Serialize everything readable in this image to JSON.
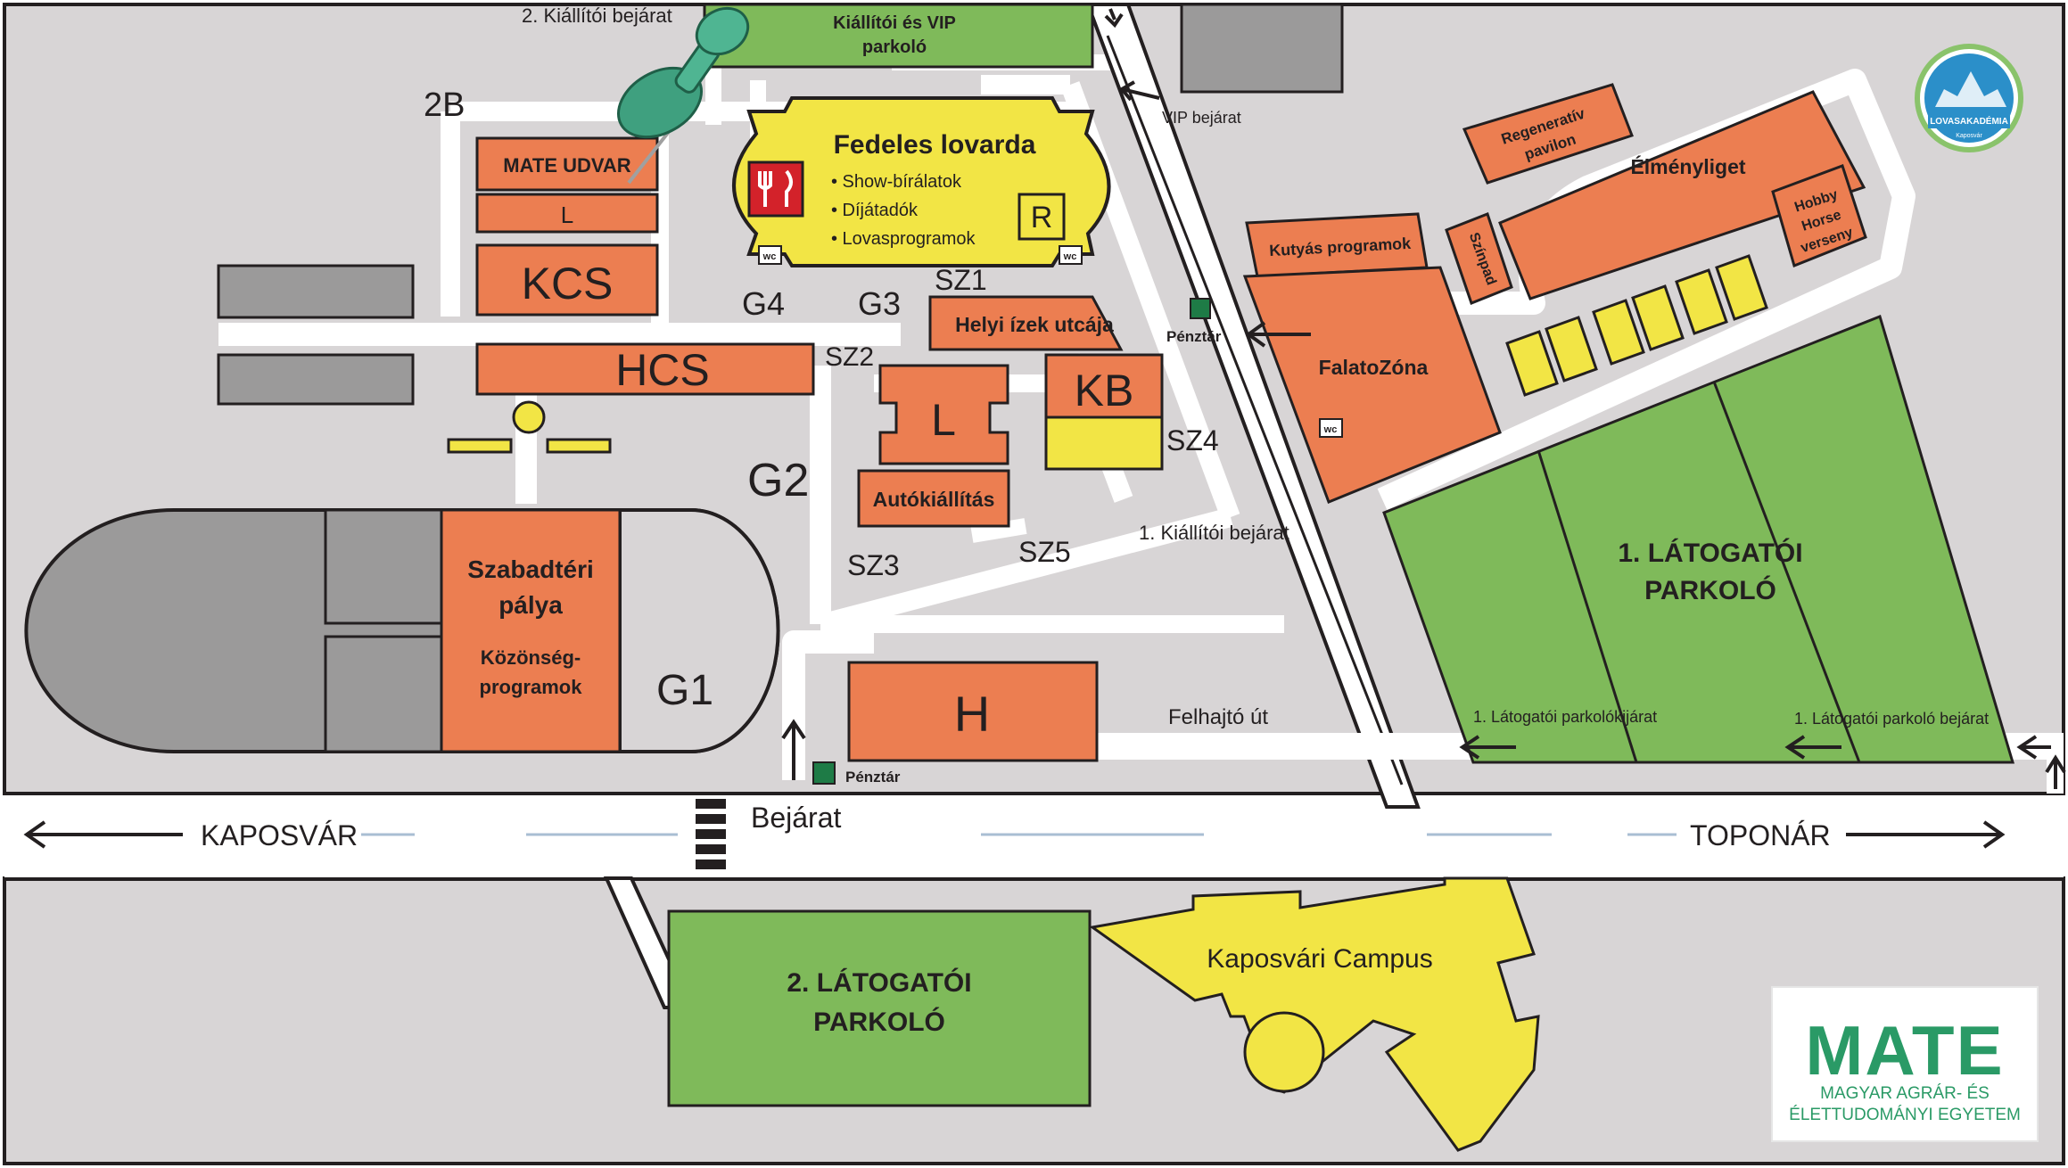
{
  "buildings": {
    "fedeles_lovarda": {
      "title": "Fedeles lovarda",
      "items": [
        "• Show-bírálatok",
        "• Díjátadók",
        "• Lovasprogramok"
      ],
      "r": "R"
    },
    "mate_udvar": "MATE UDVAR",
    "l_small": "L",
    "kcs": "KCS",
    "hcs": "HCS",
    "l_big": "L",
    "kb": "KB",
    "autokiallitas": "Autókiállítás",
    "helyi_izek": "Helyi ízek utcája",
    "h": "H",
    "szabadteri_title": "Szabadtéri",
    "szabadteri_sub": "pálya",
    "kozonseg1": "Közönség-",
    "kozonseg2": "programok",
    "kutyas": "Kutyás programok",
    "szinpad": "Színpad",
    "regeneratív1": "Regeneratív",
    "regeneratív2": "pavilon",
    "elmenyliget": "Élményliget",
    "hobby1": "Hobby",
    "hobby2": "Horse",
    "hobby3": "verseny",
    "falatozona": "FalatoZóna",
    "wc": "wc"
  },
  "areas": {
    "vip_parking_1": "Kiállítói és VIP",
    "vip_parking_2": "parkoló",
    "parking1_1": "1. LÁTOGATÓI",
    "parking1_2": "PARKOLÓ",
    "parking2_1": "2. LÁTOGATÓI",
    "parking2_2": "PARKOLÓ",
    "campus": "Kaposvári Campus"
  },
  "labels": {
    "g1": "G1",
    "g2": "G2",
    "g3": "G3",
    "g4": "G4",
    "b2": "2B",
    "sz1": "SZ1",
    "sz2": "SZ2",
    "sz3": "SZ3",
    "sz4": "SZ4",
    "sz5": "SZ5",
    "entrance2": "2. Kiállítói bejárat",
    "vip_entrance": "VIP bejárat",
    "penztar": "Pénztár",
    "entrance1": "1. Kiállítói bejárat",
    "felhajto": "Felhajtó út",
    "parking_exit": "1. Látogatói parkolókijárat",
    "parking_entrance": "1. Látogatói parkoló bejárat",
    "bejarat": "Bejárat",
    "kaposvar": "KAPOSVÁR",
    "toponar": "TOPONÁR"
  },
  "logo": {
    "lovasakademia": "LOVASAKADÉMIA",
    "lovasakademia_sub": "Kaposvár",
    "mate": "MATE",
    "mate_line1": "MAGYAR AGRÁR- ÉS",
    "mate_line2": "ÉLETTUDOMÁNYI EGYETEM"
  },
  "colors": {
    "ground": "#d8d5d6",
    "building": "#ec7e51",
    "parking": "#7fba5a",
    "highlight": "#f2e545",
    "grey_block": "#9b9a9a",
    "road": "#ffffff",
    "ticket": "#1e7b46",
    "mate_green": "#2a9a66"
  },
  "icons": [
    "push-pin-icon",
    "restaurant-icon",
    "wc-icon",
    "arrow-icon",
    "crosswalk-icon",
    "ticket-office-icon"
  ]
}
